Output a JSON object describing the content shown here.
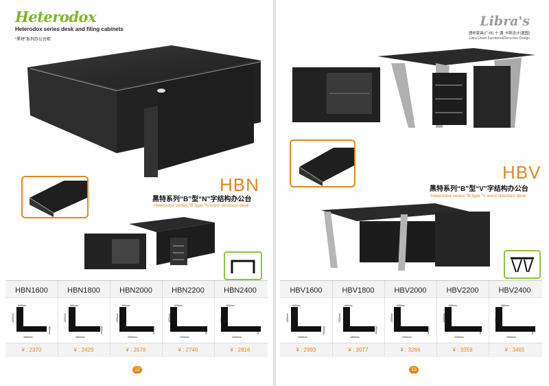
{
  "left": {
    "brand": "Heterodox",
    "brand_subtitle": "Heterodox series desk and filing cabinets",
    "brand_cn": "“黑特”系列办公台柜",
    "series_code": "HBN",
    "series_cn": "黑特系列“B”型“N”字结构办公台",
    "series_en": "Heterodox series,“B type “N word structure desk",
    "table": [
      {
        "model": "HBN1600",
        "price": "¥ : 2370",
        "dims": {
          "top": "600mm",
          "side": "1200mm",
          "depth": "800mm",
          "width": "1600mm"
        }
      },
      {
        "model": "HBN1800",
        "price": "¥ : 2429",
        "dims": {
          "top": "600mm",
          "side": "1200mm",
          "depth": "800mm",
          "width": "1800mm"
        }
      },
      {
        "model": "HBN2000",
        "price": "¥ : 2676",
        "dims": {
          "top": "600mm",
          "side": "1200mm",
          "depth": "800mm",
          "width": "2000mm"
        }
      },
      {
        "model": "HBN2200",
        "price": "¥ : 2746",
        "dims": {
          "top": "600mm",
          "side": "1200mm",
          "depth": "800mm",
          "width": "2200mm"
        }
      },
      {
        "model": "HBN2400",
        "price": "¥ : 2816",
        "dims": {
          "top": "600mm",
          "side": "1200mm",
          "depth": "800mm",
          "width": "2400mm"
        }
      }
    ],
    "page_number": "12"
  },
  "right": {
    "brand": "Libra's",
    "brand_cn": "理邦家具(广州) 十 德·卡斯设计(德国)",
    "brand_en": "Libra Union Furniture&Deco-line Design",
    "series_code": "HBV",
    "series_cn": "黑特系列“B”型“V”字结构办公台",
    "series_en": "Heterodox series,“B type “V word structure desk",
    "table": [
      {
        "model": "HBV1600",
        "price": "¥ : 2993",
        "dims": {
          "top": "600mm",
          "side": "1200mm",
          "depth": "800mm",
          "width": "1600mm"
        }
      },
      {
        "model": "HBV1800",
        "price": "¥ : 3077",
        "dims": {
          "top": "600mm",
          "side": "1200mm",
          "depth": "800mm",
          "width": "1800mm"
        }
      },
      {
        "model": "HBV2000",
        "price": "¥ : 3266",
        "dims": {
          "top": "600mm",
          "side": "1200mm",
          "depth": "800mm",
          "width": "2000mm"
        }
      },
      {
        "model": "HBV2200",
        "price": "¥ : 3359",
        "dims": {
          "top": "600mm",
          "side": "1200mm",
          "depth": "800mm",
          "width": "2200mm"
        }
      },
      {
        "model": "HBV2400",
        "price": "¥ : 3465",
        "dims": {
          "top": "600mm",
          "side": "1200mm",
          "depth": "800mm",
          "width": "2400mm"
        }
      }
    ],
    "page_number": "13"
  },
  "colors": {
    "accent_orange": "#e2871c",
    "accent_green": "#8cc63f",
    "desk_dark": "#2a2a2a"
  }
}
